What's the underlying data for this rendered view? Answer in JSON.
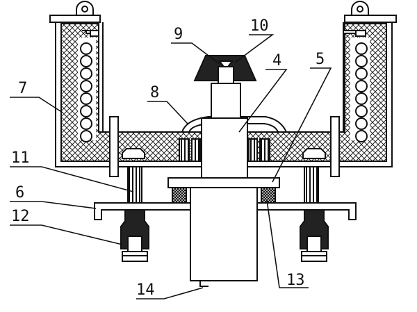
{
  "diagram": {
    "labels": [
      {
        "id": "part-7",
        "text": "7"
      },
      {
        "id": "part-8",
        "text": "8"
      },
      {
        "id": "part-9",
        "text": "9"
      },
      {
        "id": "part-10",
        "text": "10"
      },
      {
        "id": "part-4",
        "text": "4"
      },
      {
        "id": "part-5",
        "text": "5"
      },
      {
        "id": "part-11",
        "text": "11"
      },
      {
        "id": "part-6",
        "text": "6"
      },
      {
        "id": "part-12",
        "text": "12"
      },
      {
        "id": "part-13",
        "text": "13"
      },
      {
        "id": "part-14",
        "text": "14"
      }
    ]
  }
}
